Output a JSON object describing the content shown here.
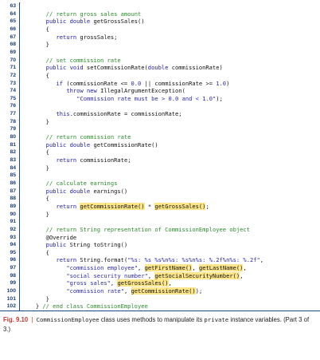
{
  "lines": [
    {
      "n": "63",
      "indent": 0,
      "parts": []
    },
    {
      "n": "64",
      "indent": 6,
      "parts": [
        {
          "t": "// return gross sales amount",
          "c": "cm"
        }
      ]
    },
    {
      "n": "65",
      "indent": 6,
      "parts": [
        {
          "t": "public double ",
          "c": "kw"
        },
        {
          "t": "getGrossSales()"
        }
      ]
    },
    {
      "n": "66",
      "indent": 6,
      "parts": [
        {
          "t": "{"
        }
      ]
    },
    {
      "n": "67",
      "indent": 9,
      "parts": [
        {
          "t": "return ",
          "c": "kw"
        },
        {
          "t": "grossSales;"
        }
      ]
    },
    {
      "n": "68",
      "indent": 6,
      "parts": [
        {
          "t": "}"
        }
      ]
    },
    {
      "n": "69",
      "indent": 0,
      "parts": []
    },
    {
      "n": "70",
      "indent": 6,
      "parts": [
        {
          "t": "// set commission rate",
          "c": "cm"
        }
      ]
    },
    {
      "n": "71",
      "indent": 6,
      "parts": [
        {
          "t": "public void ",
          "c": "kw"
        },
        {
          "t": "setCommissionRate("
        },
        {
          "t": "double ",
          "c": "kw"
        },
        {
          "t": "commissionRate)"
        }
      ]
    },
    {
      "n": "72",
      "indent": 6,
      "parts": [
        {
          "t": "{"
        }
      ]
    },
    {
      "n": "73",
      "indent": 9,
      "parts": [
        {
          "t": "if ",
          "c": "kw"
        },
        {
          "t": "(commissionRate <= "
        },
        {
          "t": "0.0",
          "c": "st"
        },
        {
          "t": " || commissionRate >= "
        },
        {
          "t": "1.0",
          "c": "st"
        },
        {
          "t": ")"
        }
      ]
    },
    {
      "n": "74",
      "indent": 12,
      "parts": [
        {
          "t": "throw new ",
          "c": "kw"
        },
        {
          "t": "IllegalArgumentException("
        }
      ]
    },
    {
      "n": "75",
      "indent": 15,
      "parts": [
        {
          "t": "\"Commission rate must be > 0.0 and < 1.0\"",
          "c": "st"
        },
        {
          "t": ");"
        }
      ]
    },
    {
      "n": "76",
      "indent": 0,
      "parts": []
    },
    {
      "n": "77",
      "indent": 9,
      "parts": [
        {
          "t": "this",
          "c": "kw"
        },
        {
          "t": ".commissionRate = commissionRate;"
        }
      ]
    },
    {
      "n": "78",
      "indent": 6,
      "parts": [
        {
          "t": "}"
        }
      ]
    },
    {
      "n": "79",
      "indent": 0,
      "parts": []
    },
    {
      "n": "80",
      "indent": 6,
      "parts": [
        {
          "t": "// return commission rate",
          "c": "cm"
        }
      ]
    },
    {
      "n": "81",
      "indent": 6,
      "parts": [
        {
          "t": "public double ",
          "c": "kw"
        },
        {
          "t": "getCommissionRate()"
        }
      ]
    },
    {
      "n": "82",
      "indent": 6,
      "parts": [
        {
          "t": "{"
        }
      ]
    },
    {
      "n": "83",
      "indent": 9,
      "parts": [
        {
          "t": "return ",
          "c": "kw"
        },
        {
          "t": "commissionRate;"
        }
      ]
    },
    {
      "n": "84",
      "indent": 6,
      "parts": [
        {
          "t": "}"
        }
      ]
    },
    {
      "n": "85",
      "indent": 0,
      "parts": []
    },
    {
      "n": "86",
      "indent": 6,
      "parts": [
        {
          "t": "// calculate earnings",
          "c": "cm"
        }
      ]
    },
    {
      "n": "87",
      "indent": 6,
      "parts": [
        {
          "t": "public double ",
          "c": "kw"
        },
        {
          "t": "earnings()"
        }
      ]
    },
    {
      "n": "88",
      "indent": 6,
      "parts": [
        {
          "t": "{"
        }
      ]
    },
    {
      "n": "89",
      "indent": 9,
      "parts": [
        {
          "t": "return ",
          "c": "kw"
        },
        {
          "t": "getCommissionRate()",
          "c": "hl"
        },
        {
          "t": " * "
        },
        {
          "t": "getGrossSales()",
          "c": "hl"
        },
        {
          "t": ";"
        }
      ]
    },
    {
      "n": "90",
      "indent": 6,
      "parts": [
        {
          "t": "}"
        }
      ]
    },
    {
      "n": "91",
      "indent": 0,
      "parts": []
    },
    {
      "n": "92",
      "indent": 6,
      "parts": [
        {
          "t": "// return String representation of CommissionEmployee object",
          "c": "cm"
        }
      ]
    },
    {
      "n": "93",
      "indent": 6,
      "parts": [
        {
          "t": "@Override"
        }
      ]
    },
    {
      "n": "94",
      "indent": 6,
      "parts": [
        {
          "t": "public ",
          "c": "kw"
        },
        {
          "t": "String toString()"
        }
      ]
    },
    {
      "n": "95",
      "indent": 6,
      "parts": [
        {
          "t": "{"
        }
      ]
    },
    {
      "n": "96",
      "indent": 9,
      "parts": [
        {
          "t": "return ",
          "c": "kw"
        },
        {
          "t": "String.format("
        },
        {
          "t": "\"%s: %s %s%n%s: %s%n%s: %.2f%n%s: %.2f\"",
          "c": "st"
        },
        {
          "t": ","
        }
      ]
    },
    {
      "n": "97",
      "indent": 12,
      "parts": [
        {
          "t": "\"commission employee\"",
          "c": "st"
        },
        {
          "t": ", "
        },
        {
          "t": "getFirstName()",
          "c": "hl"
        },
        {
          "t": ", "
        },
        {
          "t": "getLastName()",
          "c": "hl"
        },
        {
          "t": ","
        }
      ]
    },
    {
      "n": "98",
      "indent": 12,
      "parts": [
        {
          "t": "\"social security number\"",
          "c": "st"
        },
        {
          "t": ", "
        },
        {
          "t": "getSocialSecurityNumber()",
          "c": "hl"
        },
        {
          "t": ","
        }
      ]
    },
    {
      "n": "99",
      "indent": 12,
      "parts": [
        {
          "t": "\"gross sales\"",
          "c": "st"
        },
        {
          "t": ", "
        },
        {
          "t": "getGrossSales()",
          "c": "hl"
        },
        {
          "t": ","
        }
      ]
    },
    {
      "n": "100",
      "indent": 12,
      "parts": [
        {
          "t": "\"commission rate\"",
          "c": "st"
        },
        {
          "t": ", "
        },
        {
          "t": "getCommissionRate()",
          "c": "hl"
        },
        {
          "t": ");"
        }
      ]
    },
    {
      "n": "101",
      "indent": 6,
      "parts": [
        {
          "t": "}"
        }
      ]
    },
    {
      "n": "102",
      "indent": 3,
      "parts": [
        {
          "t": "} "
        },
        {
          "t": "// end class CommissionEmployee",
          "c": "cm"
        }
      ]
    }
  ],
  "caption": {
    "label": "Fig. 9.10",
    "separator": "|",
    "class_name": "CommissionEmployee",
    "text_mid": " class uses methods to manipulate its ",
    "keyword": "private",
    "text_end": " instance variables. (Part 3 of 3.)"
  },
  "colors": {
    "keyword": "#1a1aa6",
    "comment": "#2a8a2a",
    "string": "#2a2aa6",
    "highlight": "#fde68a",
    "rule": "#1a4a8a",
    "figure_label": "#c0392b"
  }
}
